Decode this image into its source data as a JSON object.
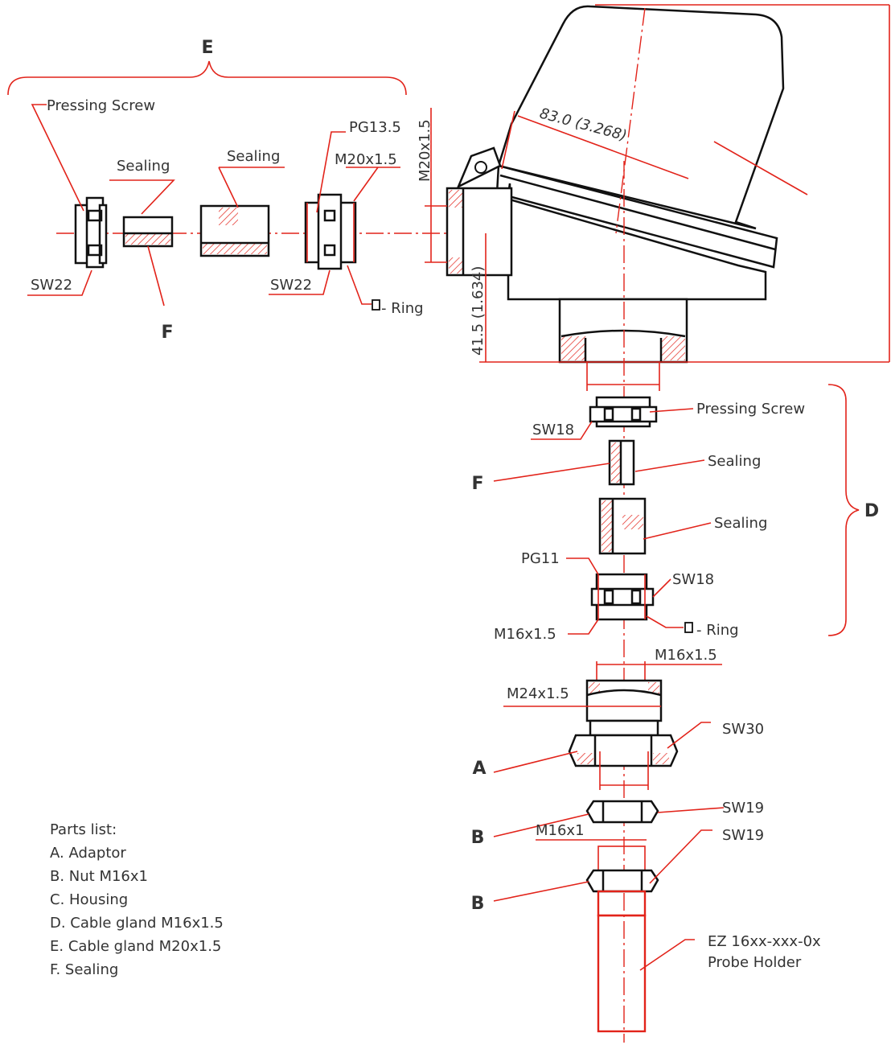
{
  "colors": {
    "line": "#111111",
    "dimension": "#e2231a",
    "text": "#333333"
  },
  "group_labels": {
    "e": "E",
    "d": "D"
  },
  "part_labels": {
    "a": "A",
    "b": "B",
    "f": "F"
  },
  "cable_gland_e": {
    "pressing_screw": "Pressing Screw",
    "sealing_1": "Sealing",
    "sealing_2": "Sealing",
    "pg": "PG13.5",
    "thread": "M20x1.5",
    "sw_left": "SW22",
    "sw_right": "SW22",
    "ring": "- Ring",
    "f": "F"
  },
  "housing": {
    "dim_diag": "83.0 (3.268)",
    "dim_thread": "M20x1.5",
    "dim_height": "41.5 (1.634)"
  },
  "cable_gland_d": {
    "pressing_screw": "Pressing Screw",
    "sw_top": "SW18",
    "sealing_1": "Sealing",
    "sealing_2": "Sealing",
    "pg": "PG11",
    "sw_right": "SW18",
    "thread": "M16x1.5",
    "ring": "- Ring",
    "f": "F"
  },
  "adaptor": {
    "thread_top": "M16x1.5",
    "thread_main": "M24x1.5",
    "sw": "SW30",
    "a": "A"
  },
  "nuts": {
    "sw_1": "SW19",
    "sw_2": "SW19",
    "thread": "M16x1",
    "b1": "B",
    "b2": "B"
  },
  "probe": {
    "line1": "EZ 16xx-xxx-0x",
    "line2": "Probe Holder"
  },
  "parts_list": {
    "title": "Parts list:",
    "items": [
      "A. Adaptor",
      "B. Nut M16x1",
      "C. Housing",
      "D. Cable gland M16x1.5",
      "E. Cable gland M20x1.5",
      "F. Sealing"
    ]
  }
}
